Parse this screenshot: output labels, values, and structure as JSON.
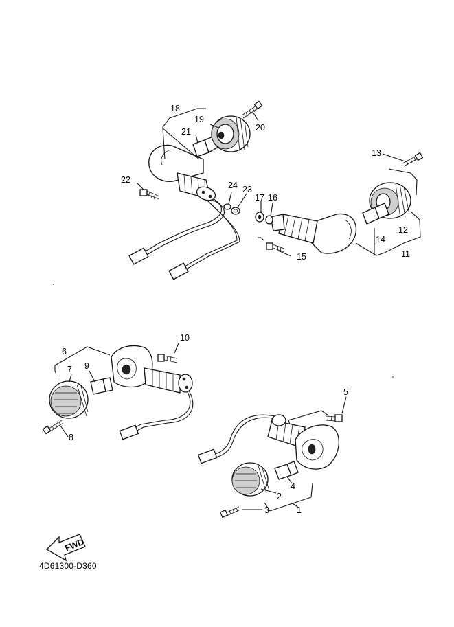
{
  "diagram": {
    "code": "4D61300-D360",
    "fwd_label": "FWD",
    "callouts": {
      "c1": "1",
      "c2": "2",
      "c3": "3",
      "c4": "4",
      "c5": "5",
      "c6": "6",
      "c7": "7",
      "c8": "8",
      "c9": "9",
      "c10": "10",
      "c11": "11",
      "c12": "12",
      "c13": "13",
      "c14": "14",
      "c15": "15",
      "c16": "16",
      "c17": "17",
      "c18": "18",
      "c19": "19",
      "c20": "20",
      "c21": "21",
      "c22": "22",
      "c23": "23",
      "c24": "24"
    }
  }
}
